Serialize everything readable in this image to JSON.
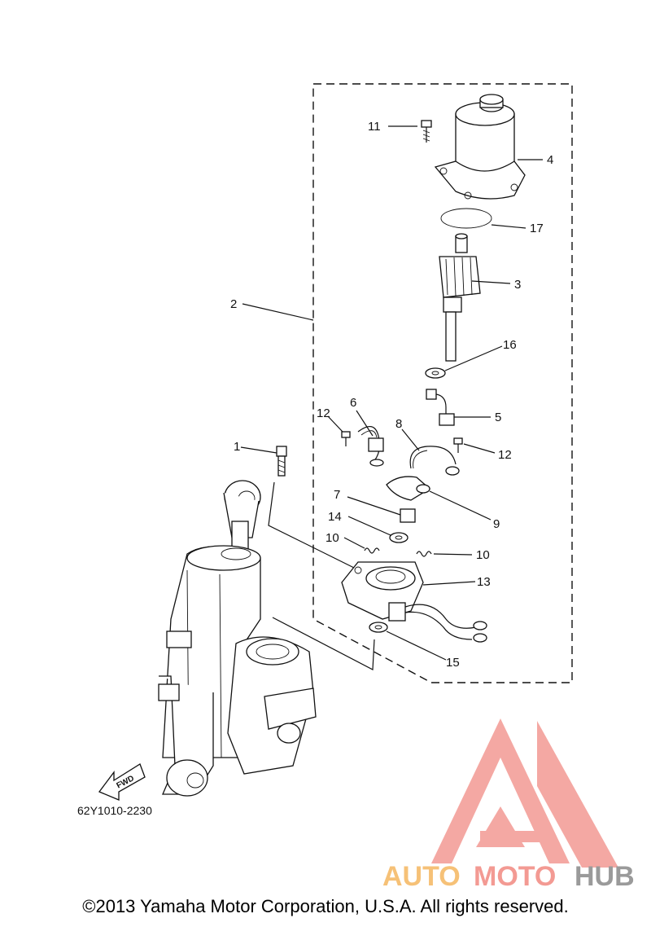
{
  "diagram": {
    "part_code": "62Y1010-2230",
    "fwd_label": "FWD",
    "callouts": [
      {
        "id": "c1",
        "label": "1"
      },
      {
        "id": "c2",
        "label": "2"
      },
      {
        "id": "c3",
        "label": "3"
      },
      {
        "id": "c4",
        "label": "4"
      },
      {
        "id": "c5",
        "label": "5"
      },
      {
        "id": "c6",
        "label": "6"
      },
      {
        "id": "c7",
        "label": "7"
      },
      {
        "id": "c8",
        "label": "8"
      },
      {
        "id": "c9",
        "label": "9"
      },
      {
        "id": "c10a",
        "label": "10"
      },
      {
        "id": "c10b",
        "label": "10"
      },
      {
        "id": "c11",
        "label": "11"
      },
      {
        "id": "c12a",
        "label": "12"
      },
      {
        "id": "c12b",
        "label": "12"
      },
      {
        "id": "c13",
        "label": "13"
      },
      {
        "id": "c14",
        "label": "14"
      },
      {
        "id": "c15",
        "label": "15"
      },
      {
        "id": "c16",
        "label": "16"
      },
      {
        "id": "c17",
        "label": "17"
      }
    ]
  },
  "watermark": {
    "part1": "AUTO",
    "part2": "MOTO",
    "part3": "HUB",
    "color_logo": "#f39a93",
    "color_auto": "#f6c177",
    "color_hub": "#9a9a9a"
  },
  "footer": {
    "copyright": "©2013 Yamaha Motor Corporation, U.S.A. All rights reserved."
  }
}
